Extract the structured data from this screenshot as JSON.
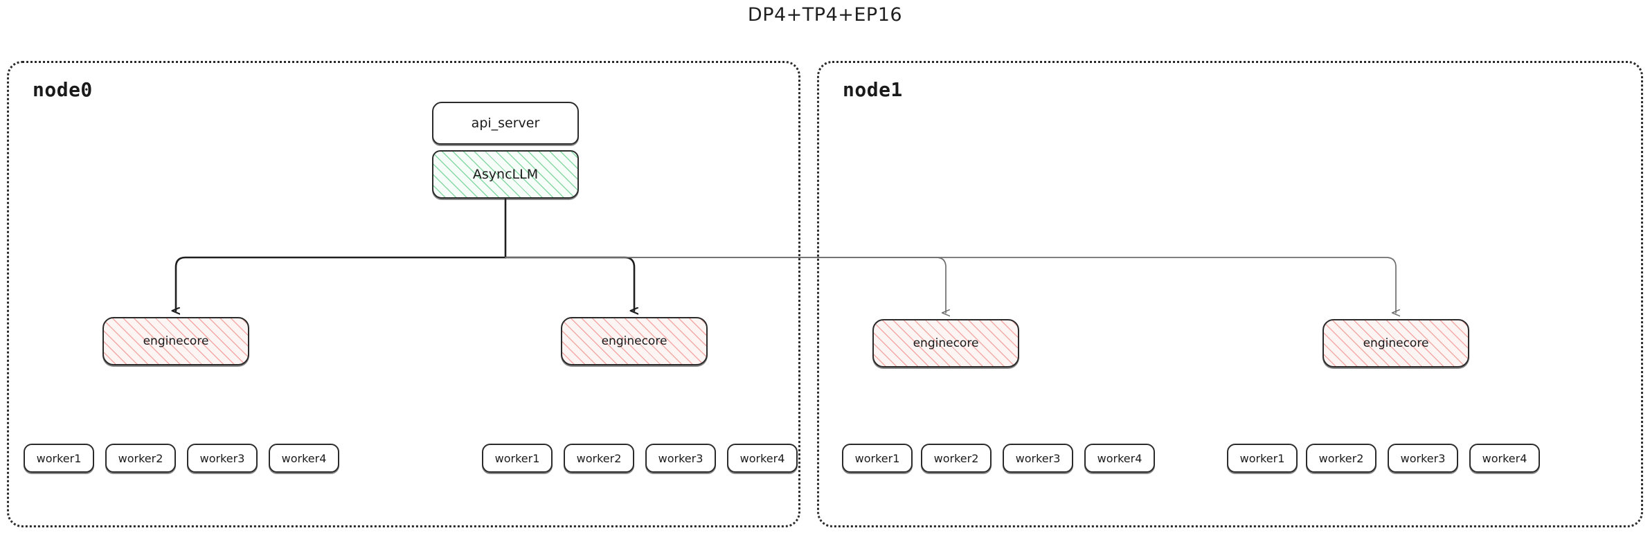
{
  "title": "DP4+TP4+EP16",
  "colors": {
    "border": "#2b2b2b",
    "green_hatch": "#86d8a4",
    "pink_hatch": "#f3aaa6",
    "connector_dark": "#1f1f1f",
    "connector_light": "#6e6e6e",
    "container_border": "#2b2b2b"
  },
  "nodes": [
    {
      "id": "node0",
      "label": "node0",
      "api_server": {
        "label": "api_server"
      },
      "async_llm": {
        "label": "AsyncLLM"
      },
      "enginecores": [
        {
          "label": "enginecore"
        },
        {
          "label": "enginecore"
        }
      ],
      "worker_groups": [
        {
          "workers": [
            "worker1",
            "worker2",
            "worker3",
            "worker4"
          ]
        },
        {
          "workers": [
            "worker1",
            "worker2",
            "worker3",
            "worker4"
          ]
        }
      ]
    },
    {
      "id": "node1",
      "label": "node1",
      "enginecores": [
        {
          "label": "enginecore"
        },
        {
          "label": "enginecore"
        }
      ],
      "worker_groups": [
        {
          "workers": [
            "worker1",
            "worker2",
            "worker3",
            "worker4"
          ]
        },
        {
          "workers": [
            "worker1",
            "worker2",
            "worker3",
            "worker4"
          ]
        }
      ]
    }
  ]
}
